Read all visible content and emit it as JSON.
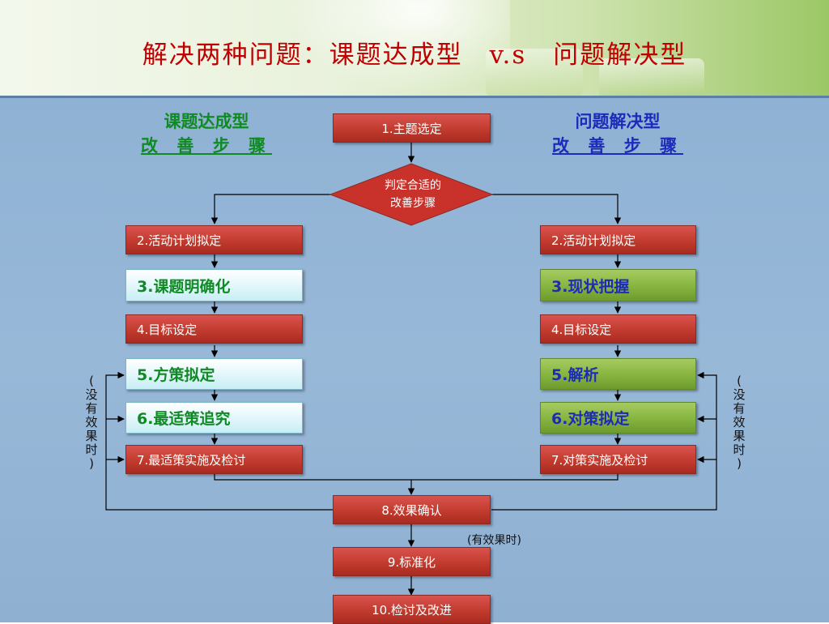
{
  "title": "解决两种问题：课题达成型　v.s　问题解决型",
  "left_heading": {
    "line1": "课题达成型",
    "line2": "改 善 步 骤"
  },
  "right_heading": {
    "line1": "问题解决型",
    "line2": "改 善 步 骤"
  },
  "center_steps": {
    "s1": "1.主题选定",
    "decision": {
      "line1": "判定合适的",
      "line2": "改善步骤"
    },
    "s8": "8.效果确认",
    "s9": "9.标准化",
    "s10": "10.检讨及改进"
  },
  "left_steps": [
    "2.活动计划拟定",
    "3.课题明确化",
    "4.目标设定",
    "5.方策拟定",
    "6.最适策追究",
    "7.最适策实施及检讨"
  ],
  "right_steps": [
    "2.活动计划拟定",
    "3.现状把握",
    "4.目标设定",
    "5.解析",
    "6.对策拟定",
    "7.对策实施及检讨"
  ],
  "side_note_left": {
    "open": "(",
    "chars": [
      "没",
      "有",
      "效",
      "果",
      "时"
    ],
    "close": ")"
  },
  "side_note_right": {
    "open": "(",
    "chars": [
      "没",
      "有",
      "效",
      "果",
      "时"
    ],
    "close": ")"
  },
  "effect_note": "(有效果时)",
  "colors": {
    "title": "#c00000",
    "left_heading": "#108a24",
    "right_heading": "#1d2bb8",
    "panel": "#93b4d6",
    "step_red": "#c23b2e"
  }
}
